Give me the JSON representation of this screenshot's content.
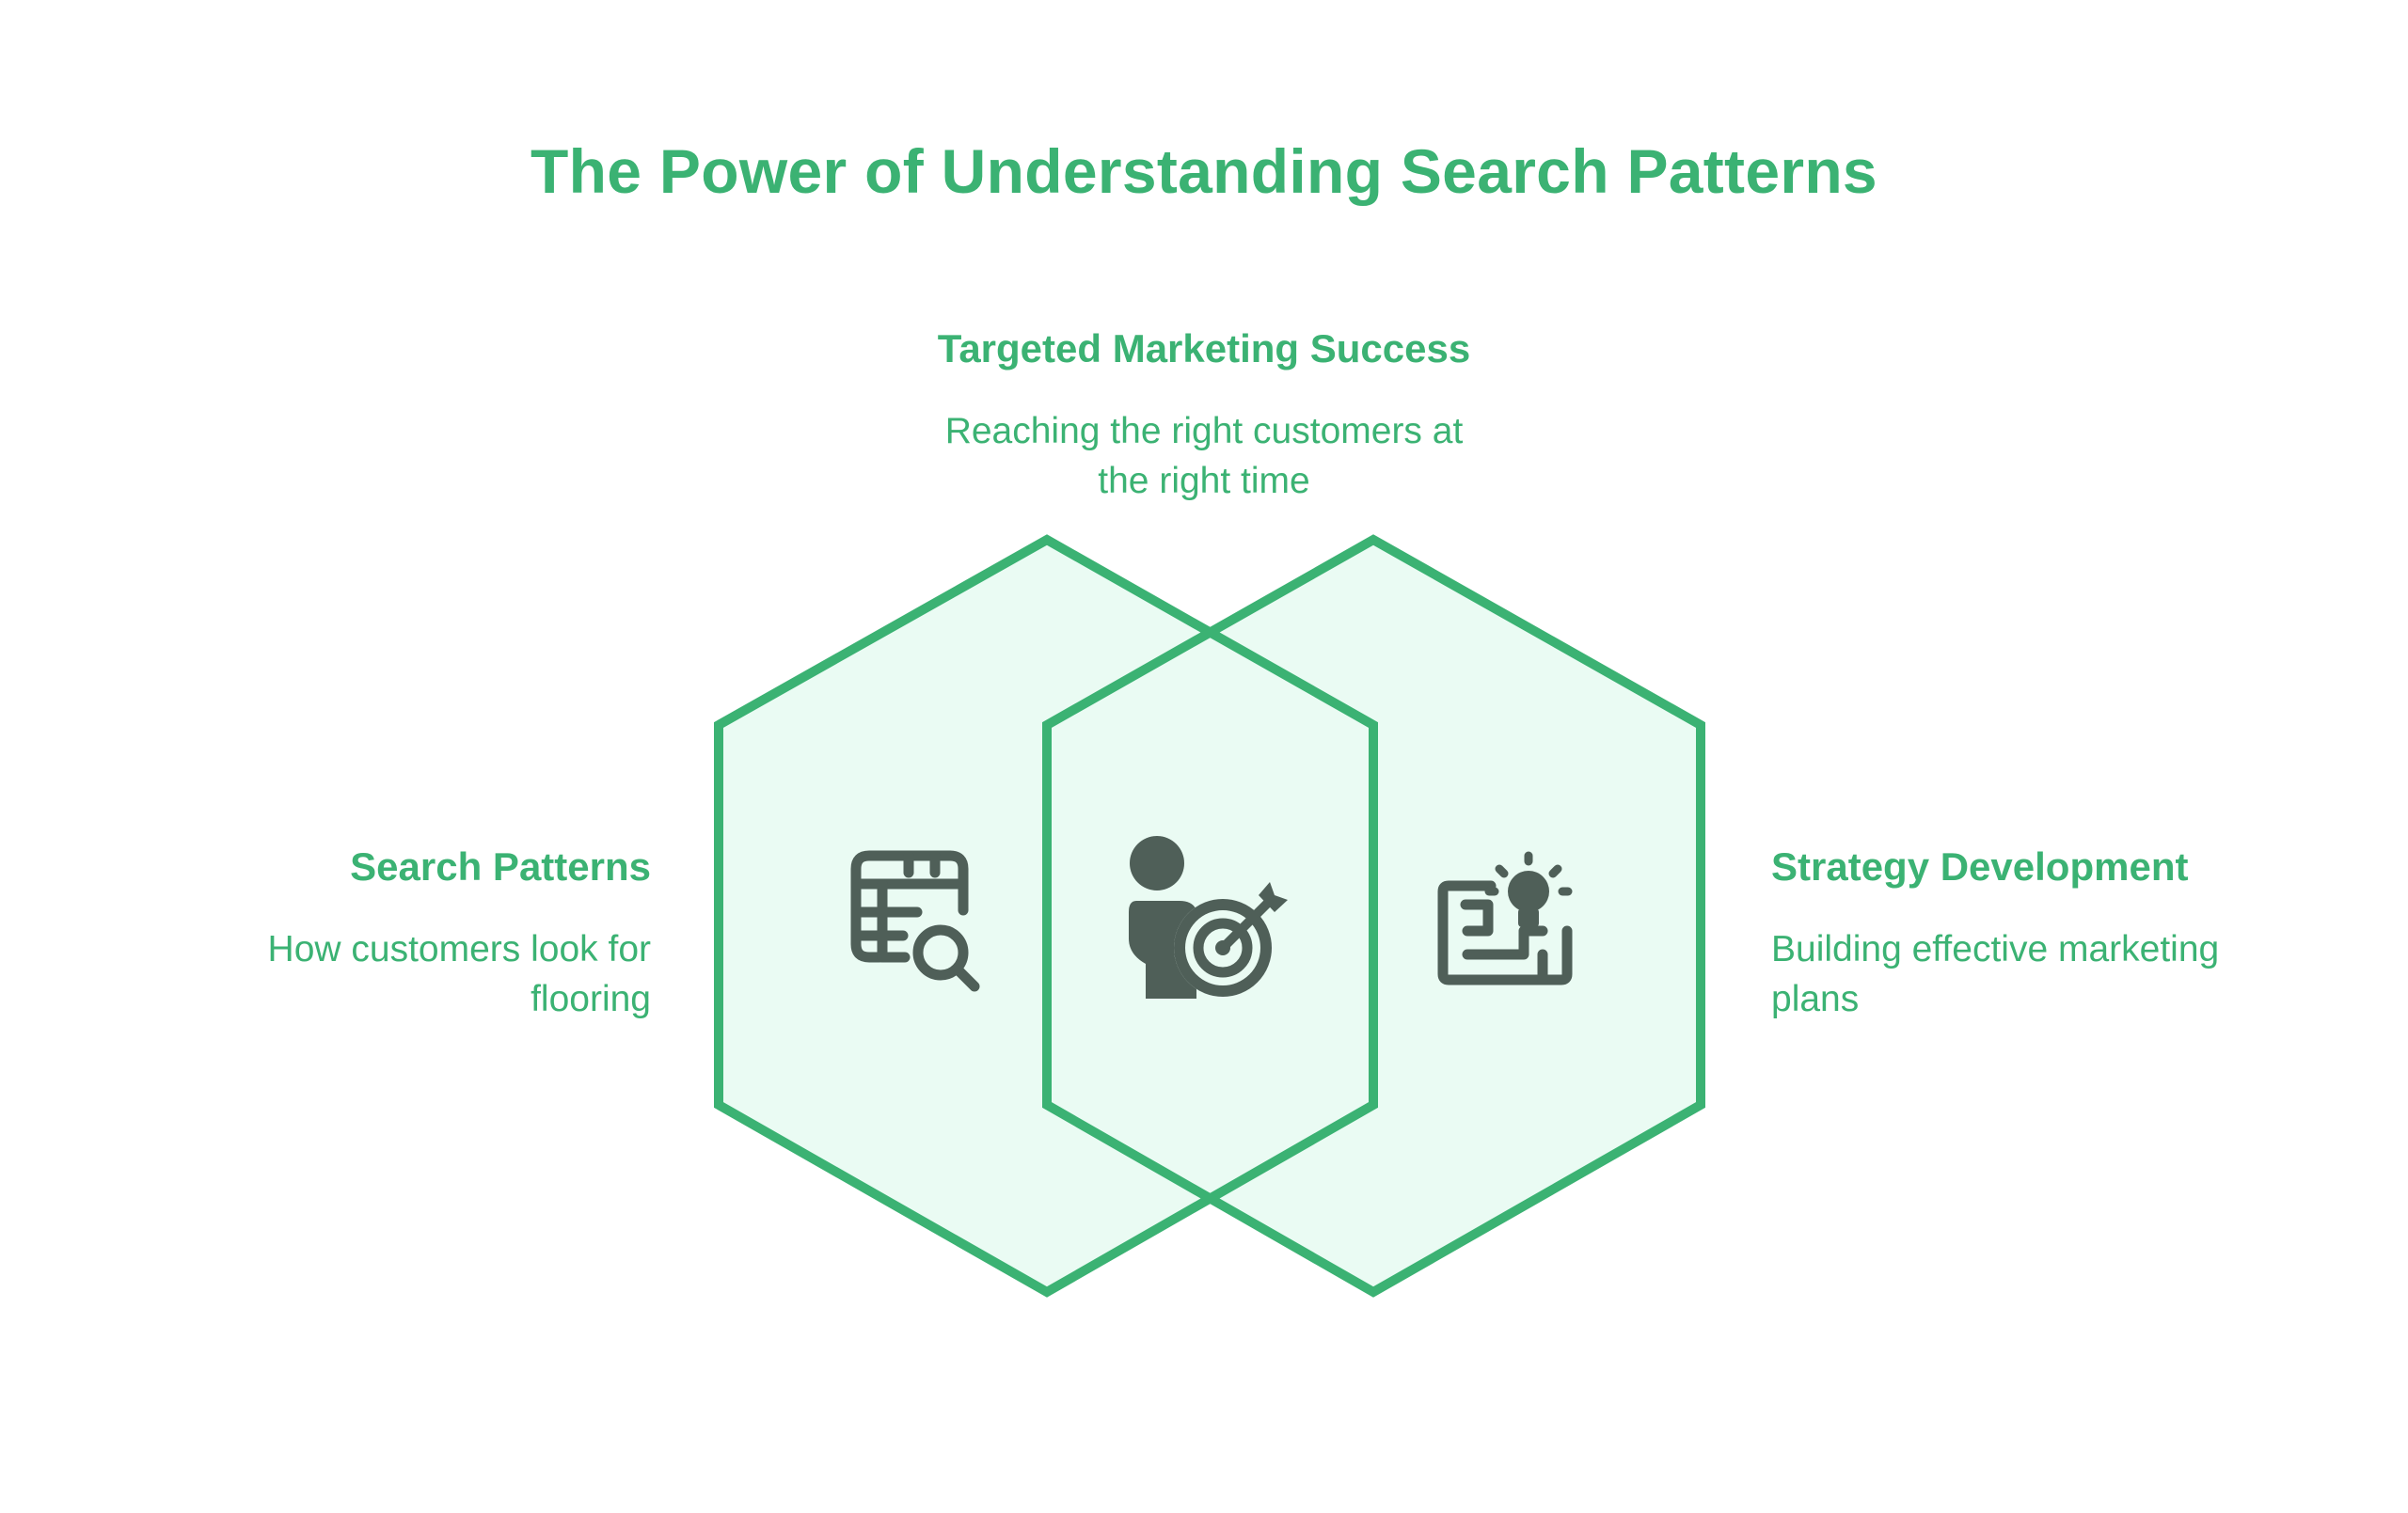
{
  "title": "The Power of Understanding Search Patterns",
  "top": {
    "label": "Targeted Marketing Success",
    "desc_line1": "Reaching the right customers at",
    "desc_line2": "the right time",
    "icon": "person-target-icon"
  },
  "left": {
    "label": "Search Patterns",
    "desc_line1": "How customers look for",
    "desc_line2": "flooring",
    "icon": "table-search-icon"
  },
  "right": {
    "label": "Strategy Development",
    "desc_line1": "Building effective marketing",
    "desc_line2": "plans",
    "icon": "maze-lightbulb-icon"
  },
  "colors": {
    "accent": "#3bb273",
    "fill": "#eafbf3",
    "icon": "#4f5f58"
  }
}
